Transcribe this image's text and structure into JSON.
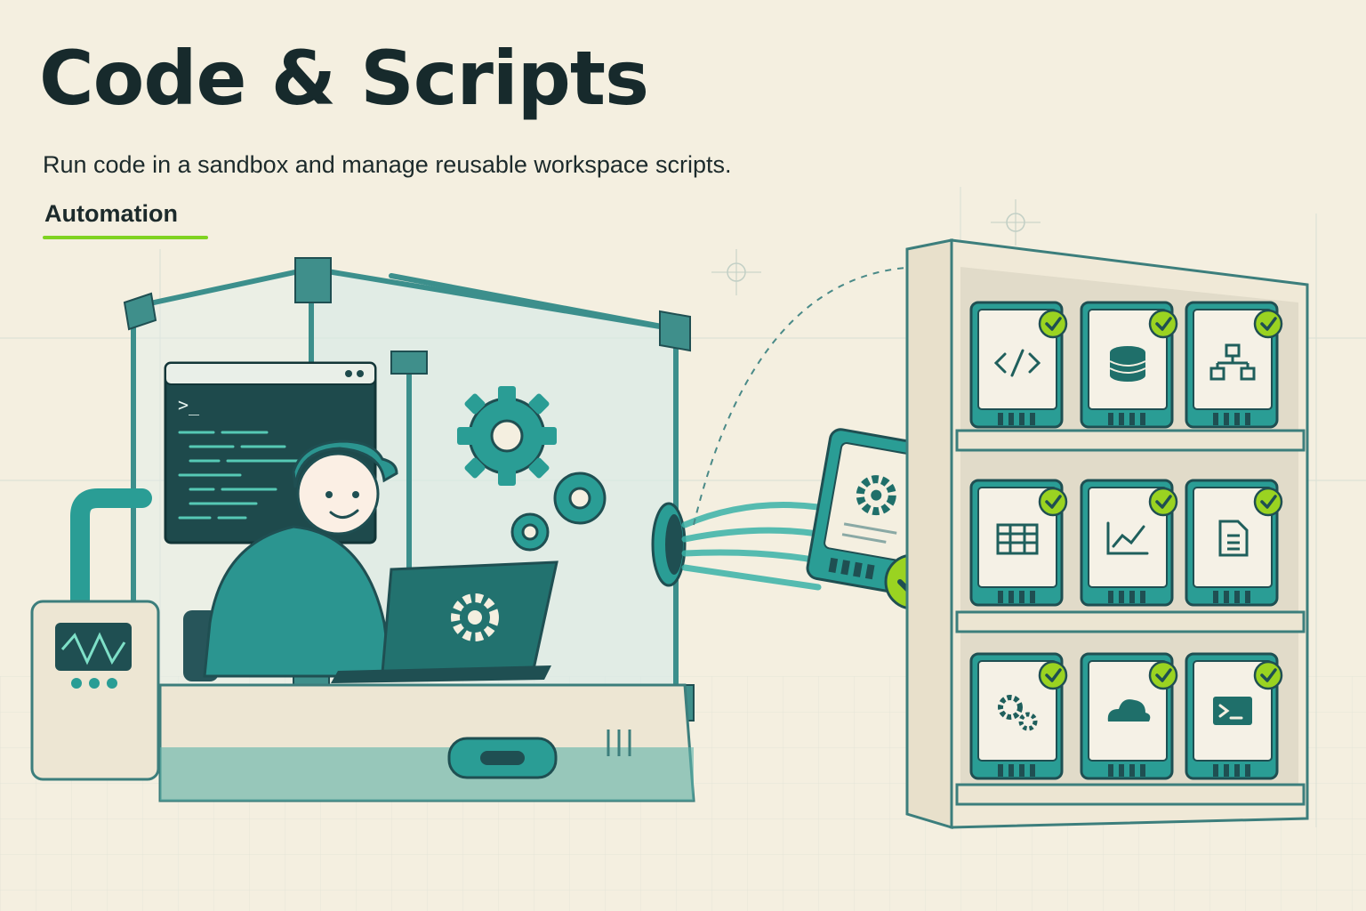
{
  "header": {
    "title": "Code & Scripts",
    "subtitle": "Run code in a sandbox and manage reusable workspace scripts.",
    "tag": "Automation"
  },
  "colors": {
    "background": "#f4efe0",
    "teal": "#2a9d95",
    "dark_teal": "#1f4f52",
    "accent_green": "#9ad321",
    "ink": "#172a2c"
  },
  "illustration": {
    "terminal_prompt": ">_",
    "shelf_icons": [
      "code-icon",
      "database-icon",
      "flowchart-icon",
      "table-icon",
      "line-chart-icon",
      "document-icon",
      "gears-icon",
      "cloud-icon",
      "terminal-icon"
    ]
  }
}
